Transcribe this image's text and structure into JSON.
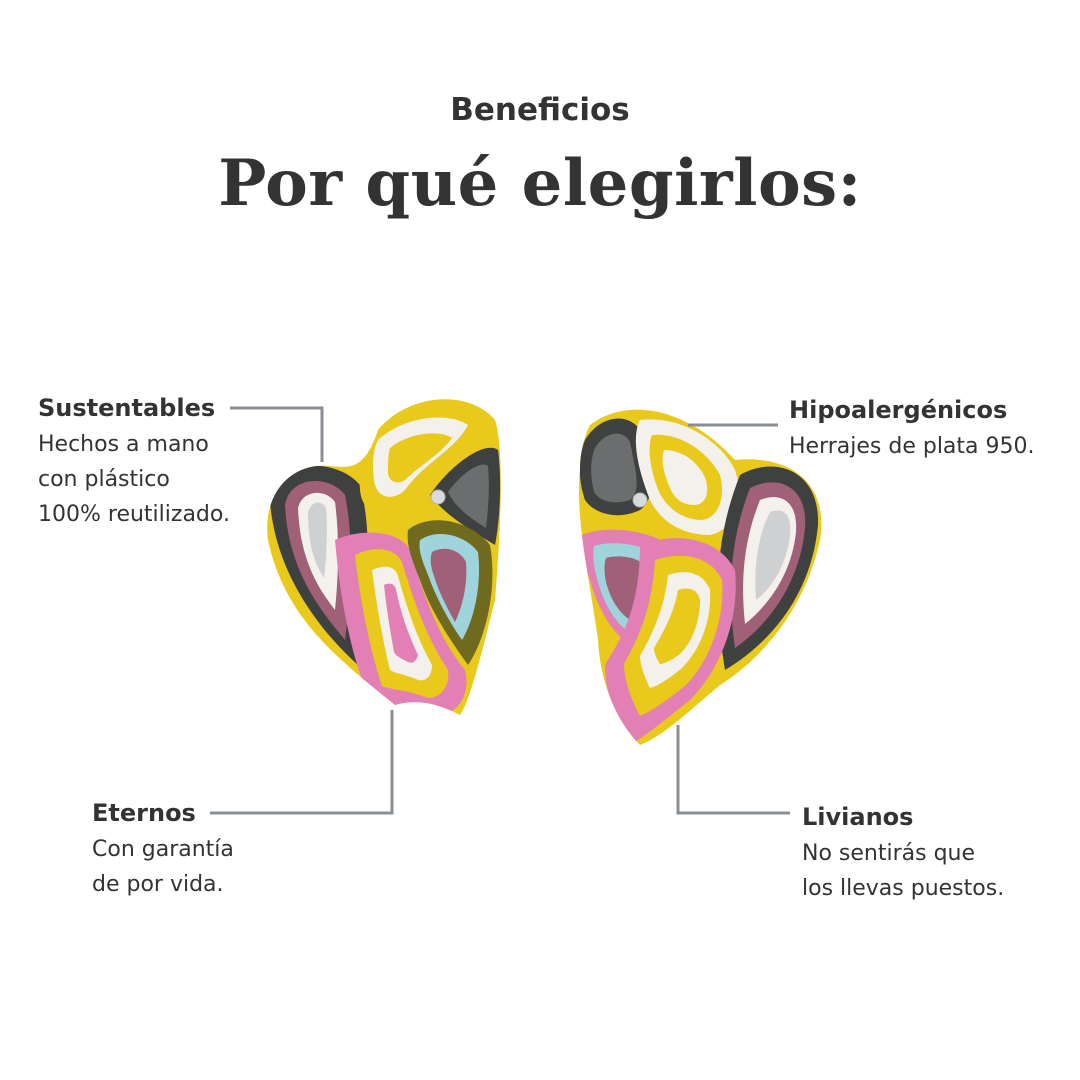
{
  "header": {
    "eyebrow": "Beneficios",
    "title": "Por qué elegirlos:"
  },
  "benefits": {
    "sustentables": {
      "title": "Sustentables",
      "lines": [
        "Hechos a mano",
        "con plástico",
        "100% reutilizado."
      ]
    },
    "hipoalergenicos": {
      "title": "Hipoalergénicos",
      "lines": [
        "Herrajes de plata 950."
      ]
    },
    "eternos": {
      "title": "Eternos",
      "lines": [
        "Con garantía",
        "de por vida."
      ]
    },
    "livianos": {
      "title": "Livianos",
      "lines": [
        "No sentirás que",
        "los llevas puestos."
      ]
    }
  },
  "colors": {
    "text": "#333333",
    "leader_line": "#8a8f96",
    "yellow": "#e8c91c",
    "pink": "#e27fb4",
    "black": "#3f4140",
    "white": "#f4f1ec",
    "teal": "#9fd4dd",
    "mauve": "#a06077",
    "olive": "#6f6a1e"
  }
}
